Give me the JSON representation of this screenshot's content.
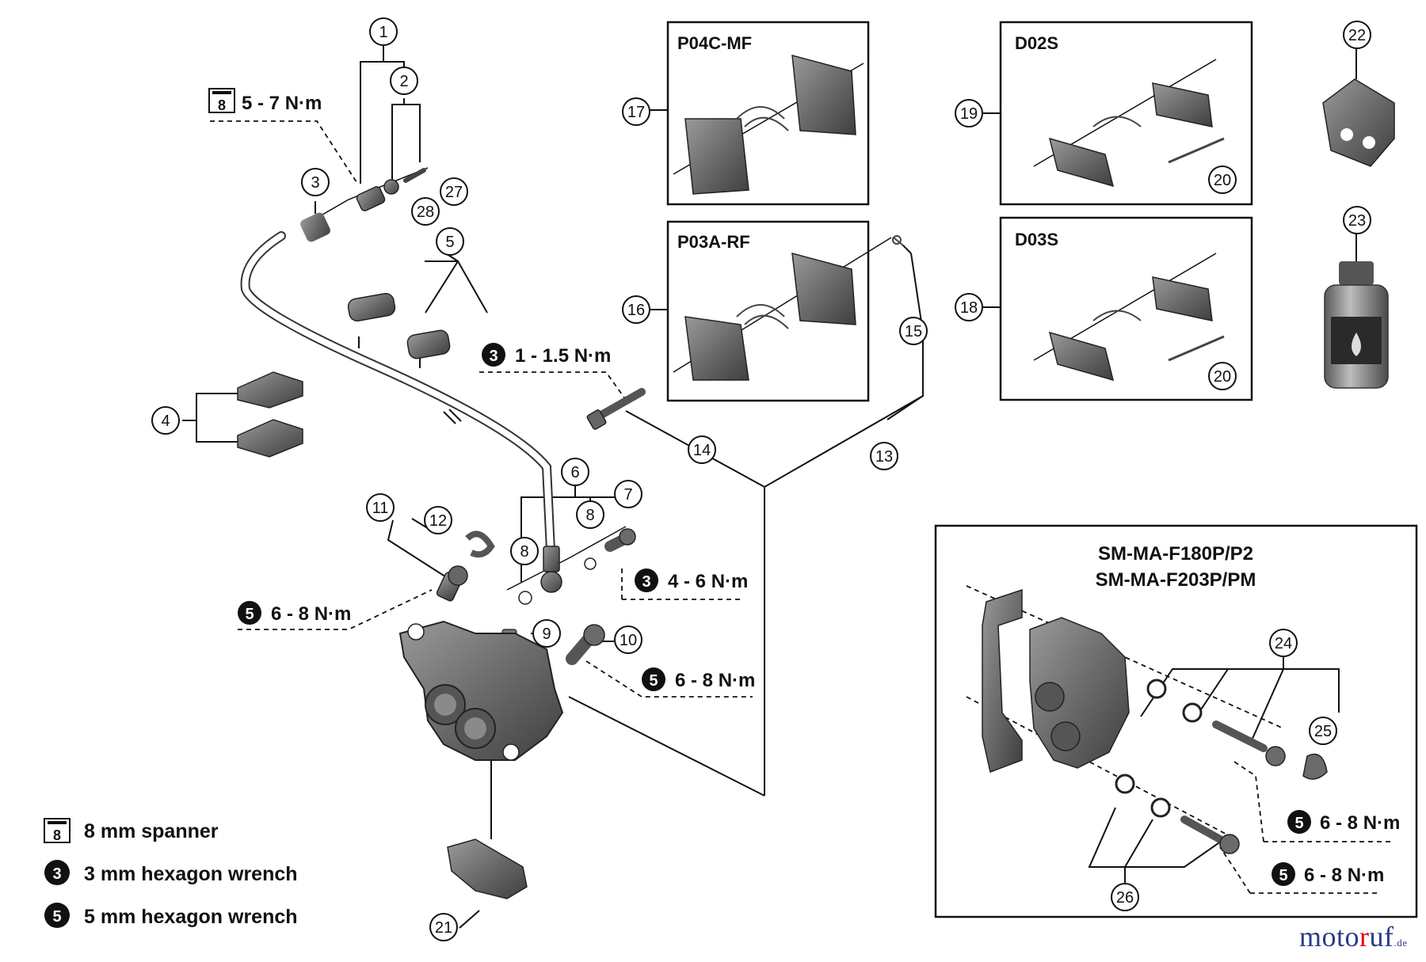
{
  "torque": {
    "t_5_7": "5 - 7 N·m",
    "t_1_15": "1 - 1.5 N·m",
    "t_4_6": "4 - 6 N·m",
    "t_6_8": "6 - 8 N·m"
  },
  "tool_badges": {
    "three": "3",
    "five": "5",
    "eight": "8"
  },
  "boxes": {
    "p04c": "P04C-MF",
    "p03a": "P03A-RF",
    "d02s": "D02S",
    "d03s": "D03S",
    "mount_line1": "SM-MA-F180P/P2",
    "mount_line2": "SM-MA-F203P/PM"
  },
  "legend": {
    "spanner": "8 mm spanner",
    "hex3": "3 mm hexagon wrench",
    "hex5": "5 mm hexagon wrench"
  },
  "callouts": {
    "n1": "1",
    "n2": "2",
    "n3": "3",
    "n4": "4",
    "n5": "5",
    "n6": "6",
    "n7": "7",
    "n8": "8",
    "n9": "9",
    "n10": "10",
    "n11": "11",
    "n12": "12",
    "n13": "13",
    "n14": "14",
    "n15": "15",
    "n16": "16",
    "n17": "17",
    "n18": "18",
    "n19": "19",
    "n20": "20",
    "n21": "21",
    "n22": "22",
    "n23": "23",
    "n24": "24",
    "n25": "25",
    "n26": "26",
    "n27": "27",
    "n28": "28"
  },
  "logo": {
    "part1": "moto",
    "part2": "r",
    "part3": "uf",
    "suffix": ".de"
  },
  "colors": {
    "line": "#111111",
    "part": "#6b6b6b",
    "part_dark": "#3f3f3f",
    "part_light": "#9a9a9a",
    "logo_blue": "#2b3a87",
    "logo_red": "#e2001a"
  }
}
